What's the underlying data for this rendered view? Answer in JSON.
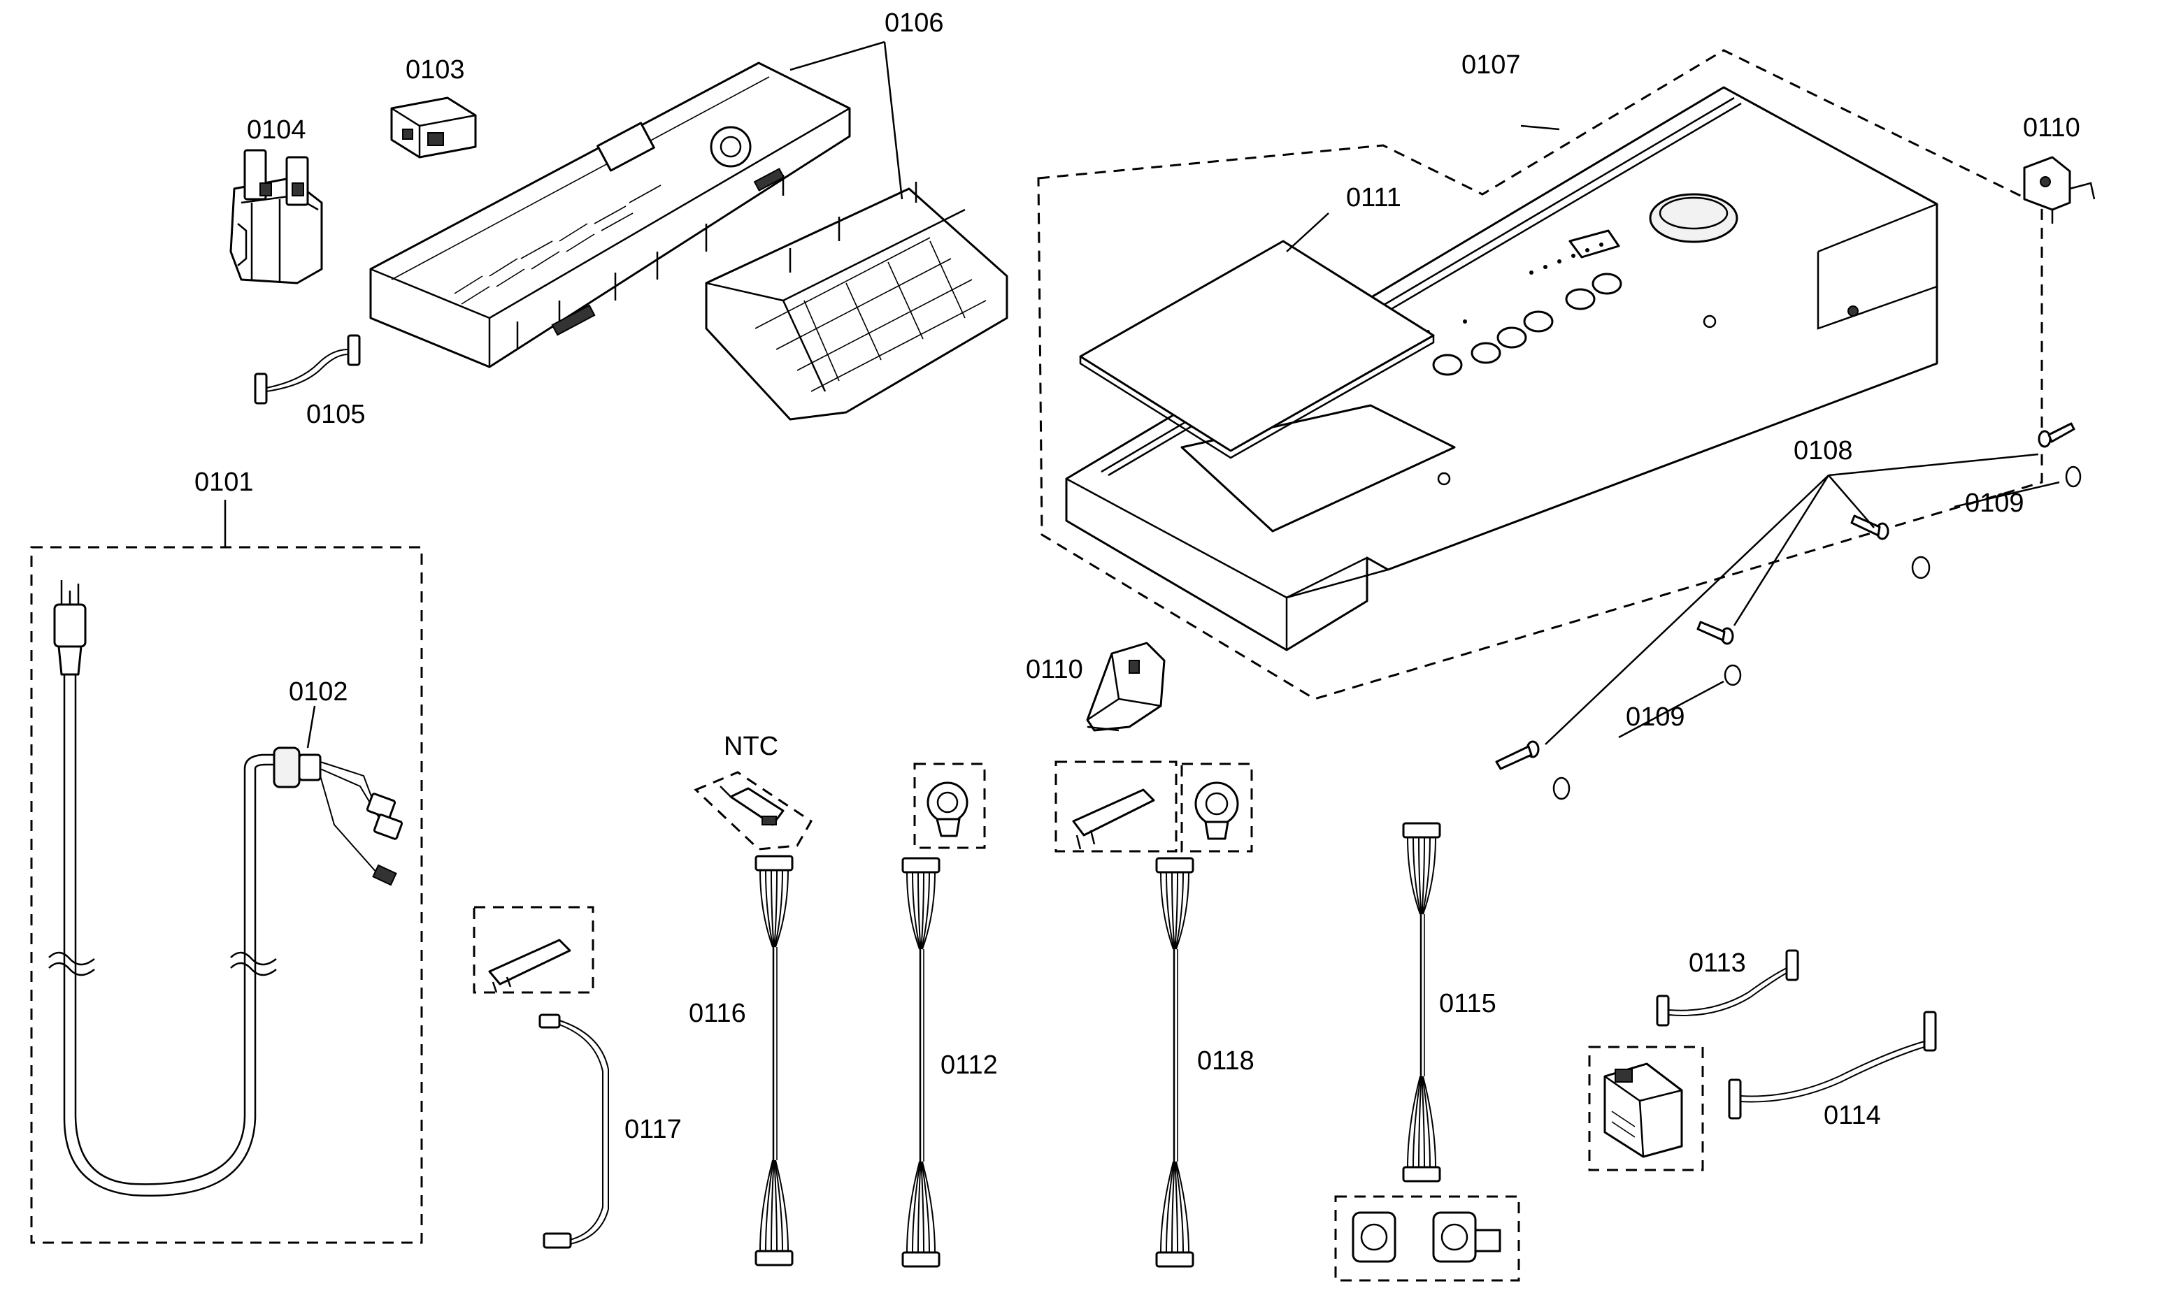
{
  "labels": {
    "l0101": "0101",
    "l0102": "0102",
    "l0103": "0103",
    "l0104": "0104",
    "l0105": "0105",
    "l0106": "0106",
    "l0107": "0107",
    "l0108": "0108",
    "l0109a": "0109",
    "l0109b": "0109",
    "l0110a": "0110",
    "l0110b": "0110",
    "l0111": "0111",
    "l0112": "0112",
    "l0113": "0113",
    "l0114": "0114",
    "l0115": "0115",
    "l0116": "0116",
    "l0117": "0117",
    "l0118": "0118",
    "ntc": "NTC"
  }
}
